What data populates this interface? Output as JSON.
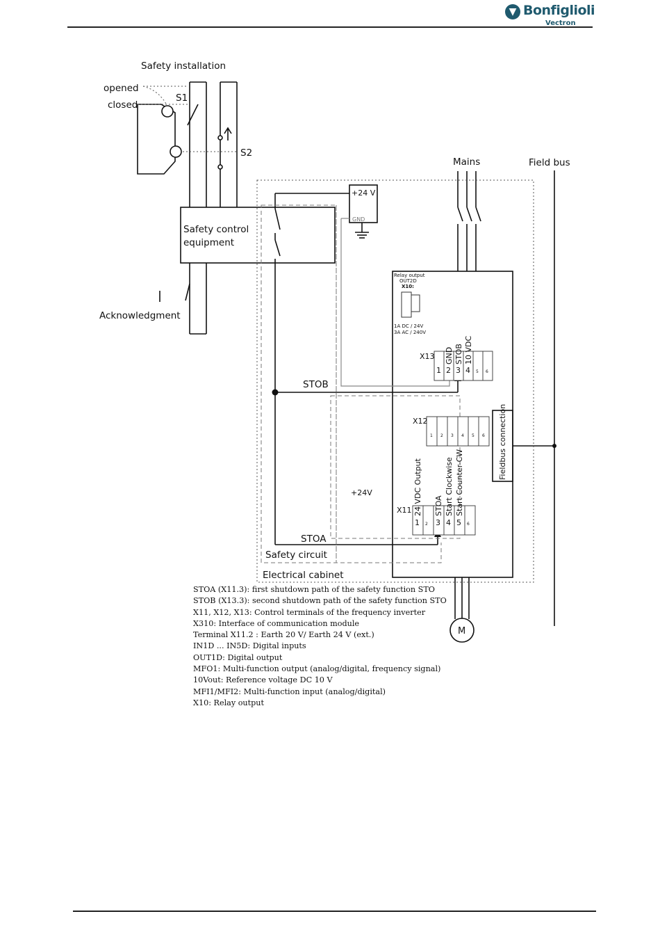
{
  "brand": {
    "name": "Bonfiglioli",
    "sub": "Vectron",
    "color": "#1f5a6e",
    "mark_icon": "bonfiglioli-logo-icon"
  },
  "diagram": {
    "safety_installation": "Safety installation",
    "opened": "opened",
    "closed": "closed",
    "s1": "S1",
    "s2": "S2",
    "mains": "Mains",
    "field_bus": "Field bus",
    "plus24v_box": "+24 V",
    "gnd": "GND",
    "safety_control_1": "Safety control",
    "safety_control_2": "equipment",
    "acknowledgment": "Acknowledgment",
    "relay_output": "Relay output",
    "out2d": "OUT2D",
    "x10": "X10:",
    "relay_rating_1": "1A DC / 24V",
    "relay_rating_2": "3A AC / 240V",
    "x13": "X13",
    "x12": "X12",
    "x11": "X11",
    "x13_labels": [
      "GND",
      "STOB",
      "10 VDC"
    ],
    "x13_numbers": [
      "1",
      "2",
      "3",
      "4",
      "5",
      "6"
    ],
    "x12_numbers": [
      "1",
      "2",
      "3",
      "4",
      "5",
      "6"
    ],
    "x11_labels": [
      "24 VDC Output",
      "STOA",
      "Start Clockwise",
      "Start Counter-CW"
    ],
    "x11_numbers": [
      "1",
      "2",
      "3",
      "4",
      "5",
      "6"
    ],
    "fieldbus_connection": "Fieldbus connection",
    "stob": "STOB",
    "stoa": "STOA",
    "plus24v": "+24V",
    "safety_circuit": "Safety circuit",
    "electrical_cabinet": "Electrical cabinet",
    "motor": "M"
  },
  "legend": [
    "STOA (X11.3): first shutdown path of the safety function STO",
    "STOB (X13.3): second shutdown path of the safety function STO",
    "X11, X12, X13: Control terminals of the frequency inverter",
    "X310: Interface of communication module",
    "Terminal X11.2 : Earth 20 V/ Earth 24 V (ext.)",
    "IN1D ... IN5D: Digital inputs",
    "OUT1D: Digital output",
    "MFO1: Multi-function output (analog/digital, frequency signal)",
    "10Vout: Reference voltage DC 10 V",
    "MFI1/MFI2: Multi-function input (analog/digital)",
    "X10: Relay output"
  ]
}
